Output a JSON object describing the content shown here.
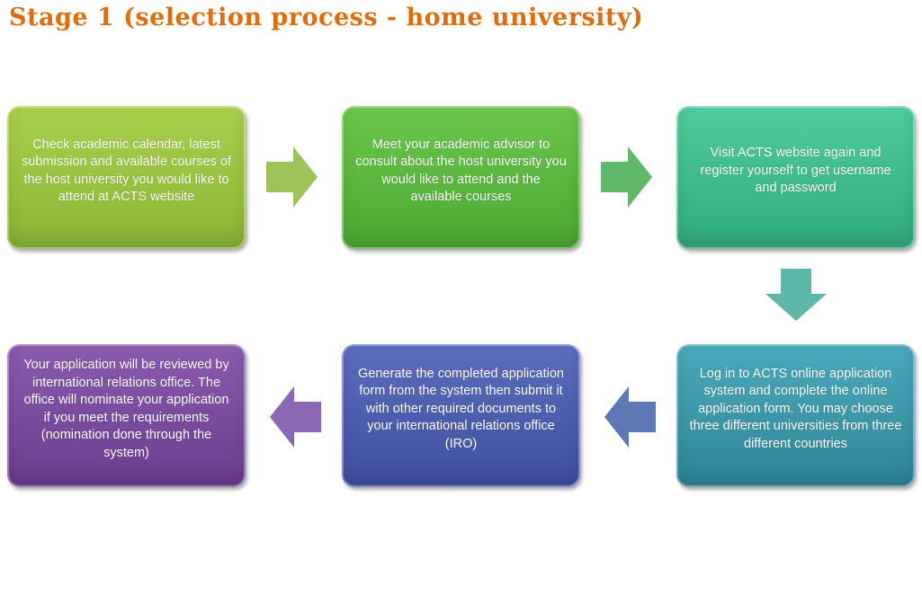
{
  "title": "Stage 1 (selection process - home university)",
  "steps": [
    {
      "text": "Check academic calendar, latest submission and available courses of the host university you would like to attend at ACTS website",
      "color": "#9cc43e"
    },
    {
      "text": "Meet your academic advisor to consult about the host university you would like to attend and the available courses",
      "color": "#5bb83e"
    },
    {
      "text": "Visit ACTS website again and register yourself to get username and password",
      "color": "#3dbd8c"
    },
    {
      "text": "Log in to ACTS online application system and complete the online application form. You may choose three different universities from three different countries",
      "color": "#3a97ab"
    },
    {
      "text": "Generate the completed application form from the system then submit it with other required documents to your international relations office (IRO)",
      "color": "#4e5fb2"
    },
    {
      "text": "Your application will be reviewed by international relations office. The office will nominate your application if you meet the requirements (nomination done through the system)",
      "color": "#7a4b9f"
    }
  ],
  "arrow_colors": [
    "#9cc45a",
    "#62b86a",
    "#5db8aa",
    "#5d78b4",
    "#8a68b4"
  ]
}
